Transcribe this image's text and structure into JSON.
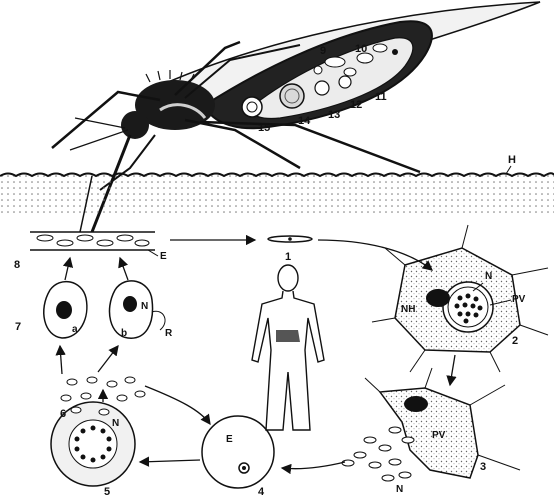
{
  "labels": {
    "mosquito_numbers": [
      "9",
      "10",
      "11",
      "12",
      "13",
      "14",
      "15"
    ],
    "skin": "H",
    "stage_numbers": [
      "1",
      "2",
      "3",
      "4",
      "5",
      "6",
      "7",
      "8"
    ],
    "erythrocyte": "E",
    "liver_cell_nucleus": "N",
    "hypnozoite_nucleus": "NH",
    "parasitophorous_vacuole": "PV",
    "ring_form": "R",
    "gametocyte_a": "a",
    "gametocyte_b": "b"
  }
}
